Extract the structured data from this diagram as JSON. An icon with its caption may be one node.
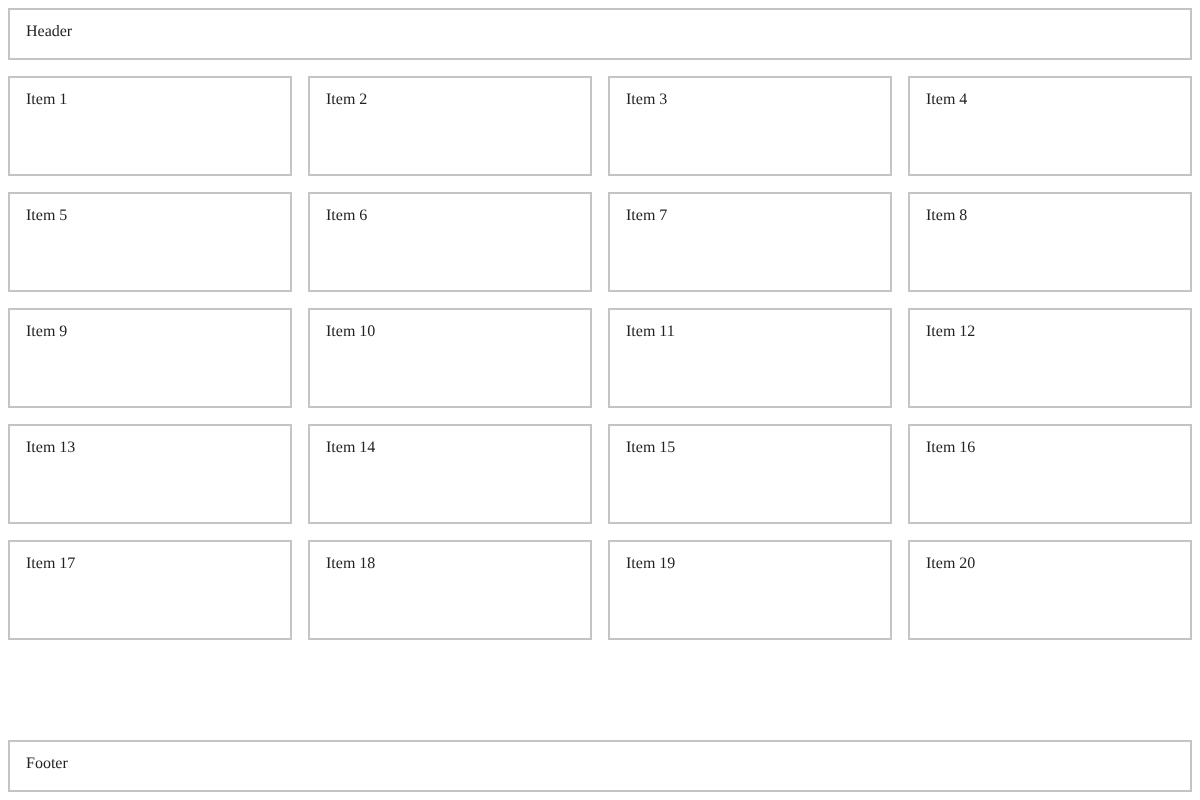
{
  "diagram": {
    "nodes": [
      {
        "text": [
          "Header"
        ]
      },
      {
        "text": [
          "Item 1"
        ]
      },
      {
        "text": [
          "Item 2"
        ]
      },
      {
        "text": [
          "Item 3"
        ]
      },
      {
        "text": [
          "Item 4"
        ]
      },
      {
        "text": [
          "Item 5"
        ]
      },
      {
        "text": [
          "Item 6"
        ]
      },
      {
        "text": [
          "Item 7"
        ]
      },
      {
        "text": [
          "Item 8"
        ]
      },
      {
        "text": [
          "Item 9"
        ]
      },
      {
        "text": [
          "Item 10"
        ]
      },
      {
        "text": [
          "Item 11"
        ]
      },
      {
        "text": [
          "Item 12"
        ]
      },
      {
        "text": [
          "Item 13"
        ]
      },
      {
        "text": [
          "Item 14"
        ]
      },
      {
        "text": [
          "Item 15"
        ]
      },
      {
        "text": [
          "Item 16"
        ]
      },
      {
        "text": [
          "Item 17"
        ]
      },
      {
        "text": [
          "Item 18"
        ]
      },
      {
        "text": [
          "Item 19"
        ]
      },
      {
        "text": [
          "Item 20"
        ]
      },
      {
        "text": [
          "Footer"
        ]
      }
    ],
    "edges": []
  }
}
